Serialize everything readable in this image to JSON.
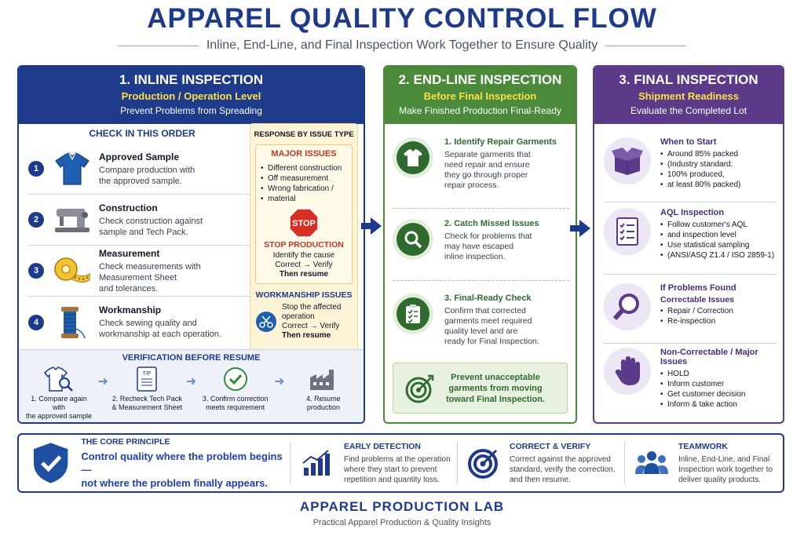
{
  "header": {
    "title": "APPAREL QUALITY CONTROL FLOW",
    "subtitle": "Inline, End-Line, and Final Inspection Work Together to Ensure Quality"
  },
  "colors": {
    "inline": "#1e3a8a",
    "endline": "#4a8a3a",
    "final": "#5b3a8a",
    "stop": "#c0392b",
    "accent_yellow": "#fde047"
  },
  "inline": {
    "title": "1. INLINE INSPECTION",
    "level": "Production / Operation Level",
    "desc": "Prevent Problems from Spreading",
    "check_heading": "CHECK IN THIS ORDER",
    "steps": [
      {
        "num": "1",
        "title": "Approved Sample",
        "desc1": "Compare production with",
        "desc2": "the approved sample.",
        "desc3": "",
        "icon": "polo-shirt-icon"
      },
      {
        "num": "2",
        "title": "Construction",
        "desc1": "Check construction against",
        "desc2": "sample and Tech Pack.",
        "desc3": "",
        "icon": "sewing-machine-icon"
      },
      {
        "num": "3",
        "title": "Measurement",
        "desc1": "Check measurements with",
        "desc2": "Measurement Sheet",
        "desc3": "and tolerances.",
        "icon": "tape-measure-icon"
      },
      {
        "num": "4",
        "title": "Workmanship",
        "desc1": "Check sewing quality and",
        "desc2": "workmanship at each operation.",
        "desc3": "",
        "icon": "thread-spool-icon"
      }
    ],
    "response": {
      "heading": "RESPONSE BY ISSUE TYPE",
      "major_title": "MAJOR ISSUES",
      "major_items": [
        "Different construction",
        "Off measurement",
        "Wrong fabrication /",
        "material"
      ],
      "stop_sign": "STOP",
      "stop_title": "STOP PRODUCTION",
      "stop_lines": [
        "Identify the cause",
        "Correct → Verify",
        "Then resume"
      ],
      "work_title": "WORKMANSHIP ISSUES",
      "work_lines": [
        "Stop the affected",
        "operation",
        "Correct → Verify",
        "Then resume"
      ]
    },
    "verification": {
      "title": "VERIFICATION BEFORE RESUME",
      "doc_label": "T/P",
      "steps": [
        {
          "l1": "1. Compare again with",
          "l2": "the approved sample"
        },
        {
          "l1": "2. Recheck Tech Pack",
          "l2": "& Measurement Sheet"
        },
        {
          "l1": "3. Confirm correction",
          "l2": "meets requirement"
        },
        {
          "l1": "4. Resume",
          "l2": "production"
        }
      ]
    }
  },
  "endline": {
    "title": "2. END-LINE INSPECTION",
    "level": "Before Final Inspection",
    "desc": "Make Finished Production Final-Ready",
    "items": [
      {
        "title": "1. Identify Repair Garments",
        "lines": [
          "Separate garments that",
          "need repair and ensure",
          "they go through proper",
          "repair process."
        ]
      },
      {
        "title": "2. Catch Missed Issues",
        "lines": [
          "Check for problems that",
          "may have escaped",
          "inline inspection."
        ]
      },
      {
        "title": "3. Final-Ready Check",
        "lines": [
          "Confirm that corrected",
          "garments meet required",
          "quality level and are",
          "ready for Final Inspection."
        ]
      }
    ],
    "box_lines": [
      "Prevent unacceptable",
      "garments from moving",
      "toward Final Inspection."
    ]
  },
  "final": {
    "title": "3. FINAL INSPECTION",
    "level": "Shipment Readiness",
    "desc": "Evaluate the Completed Lot",
    "start": {
      "title": "When to Start",
      "items": [
        "Around 85% packed",
        "(Industry standard:",
        "100% produced,",
        "at least 80% packed)"
      ]
    },
    "aql": {
      "title": "AQL Inspection",
      "items": [
        "Follow customer's AQL",
        "and inspection level",
        "Use statistical sampling",
        "(ANSI/ASQ Z1.4 / ISO 2859-1)"
      ]
    },
    "problems": {
      "title": "If Problems Found",
      "sub": "Correctable Issues",
      "items": [
        "Repair / Correction",
        "Re-inspection"
      ]
    },
    "noncorrect": {
      "title": "Non-Correctable / Major Issues",
      "items": [
        "HOLD",
        "Inform customer",
        "Get customer decision",
        "Inform & take action"
      ]
    }
  },
  "principle": {
    "title": "THE CORE PRINCIPLE",
    "line1": "Control quality where the problem begins—",
    "line2": "not where the problem finally appears.",
    "blocks": [
      {
        "title": "EARLY DETECTION",
        "lines": [
          "Find problems at the operation",
          "where they start to prevent",
          "repetition and quantity loss."
        ]
      },
      {
        "title": "CORRECT & VERIFY",
        "lines": [
          "Correct against the approved",
          "standard, verify the correction,",
          "and then resume."
        ]
      },
      {
        "title": "TEAMWORK",
        "lines": [
          "Inline, End-Line, and Final",
          "Inspection work together to",
          "deliver quality products."
        ]
      }
    ]
  },
  "footer": {
    "title": "APPAREL PRODUCTION LAB",
    "subtitle": "Practical Apparel Production & Quality Insights"
  }
}
